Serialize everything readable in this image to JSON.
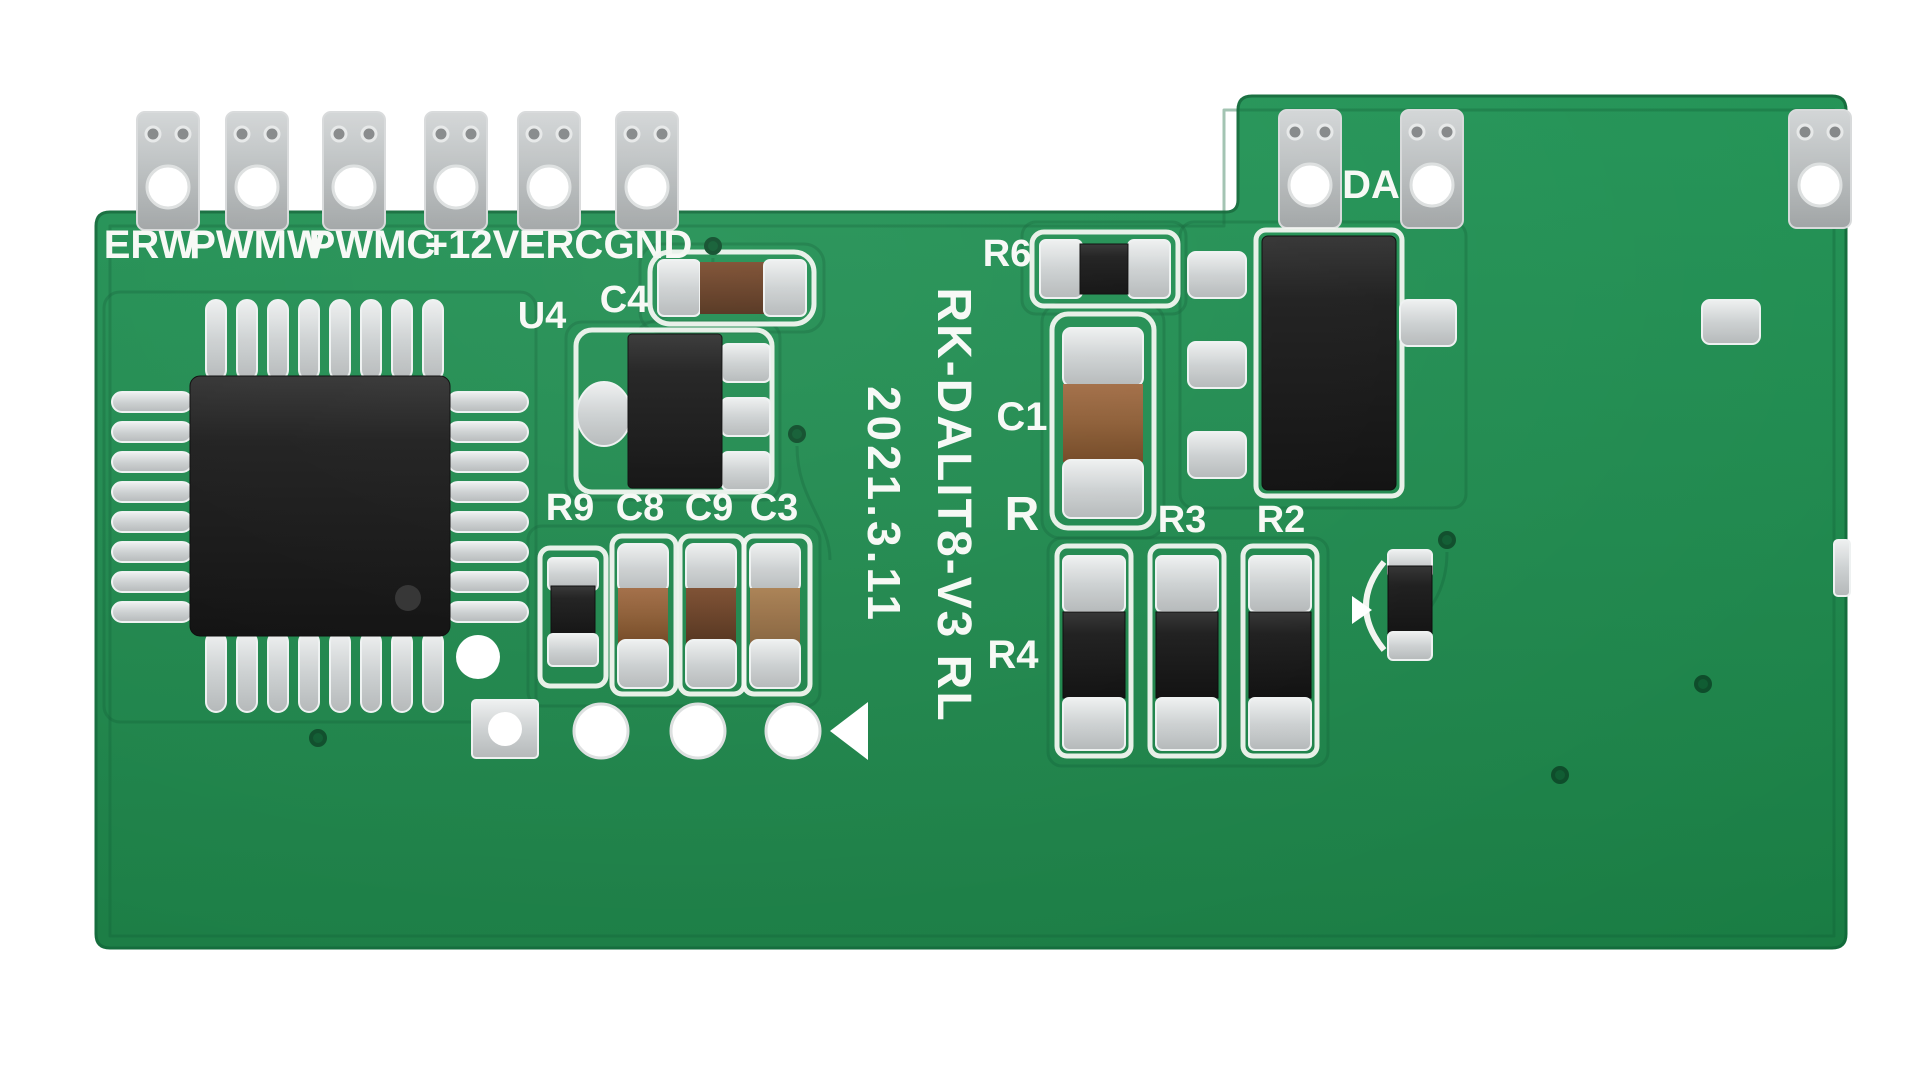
{
  "board": {
    "title_vertical": "RK-DALIT8-V3 RL",
    "date_vertical": "2021.3.11",
    "pin_labels": [
      "ERW",
      "PWMW",
      "PWMC",
      "+12V",
      "ERC",
      "GND"
    ],
    "right_connector_label": "DA",
    "designators": {
      "u4": "U4",
      "c4": "C4",
      "r9": "R9",
      "c8": "C8",
      "c9": "C9",
      "c3": "C3",
      "r6": "R6",
      "c1": "C1",
      "r": "R",
      "r3": "R3",
      "r2": "R2",
      "r4": "R4"
    },
    "colors": {
      "pcb_green": "#1e8c4c",
      "silkscreen_white": "#f7f9f5",
      "pad_silver": "#c7cbcc",
      "component_black": "#151515",
      "capacitor_brown": "#8a5a36"
    }
  }
}
